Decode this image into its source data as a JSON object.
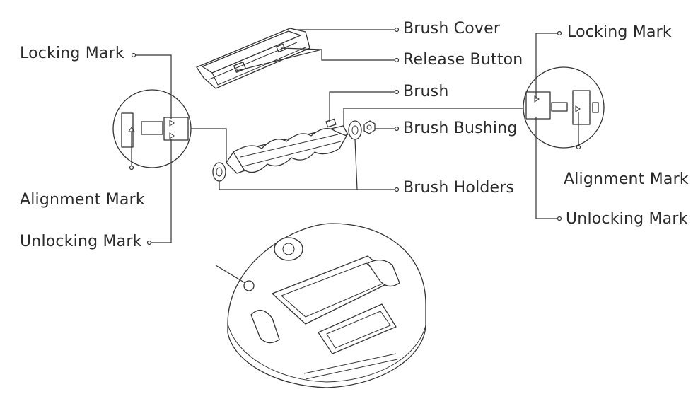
{
  "labels": {
    "brush_cover": "Brush Cover",
    "release_button": "Release Button",
    "brush": "Brush",
    "brush_bushing": "Brush Bushing",
    "brush_holders": "Brush Holders",
    "left_locking_mark": "Locking Mark",
    "left_alignment_mark": "Alignment Mark",
    "left_unlocking_mark": "Unlocking Mark",
    "right_locking_mark": "Locking Mark",
    "right_alignment_mark": "Alignment Mark",
    "right_unlocking_mark": "Unlocking Mark"
  }
}
